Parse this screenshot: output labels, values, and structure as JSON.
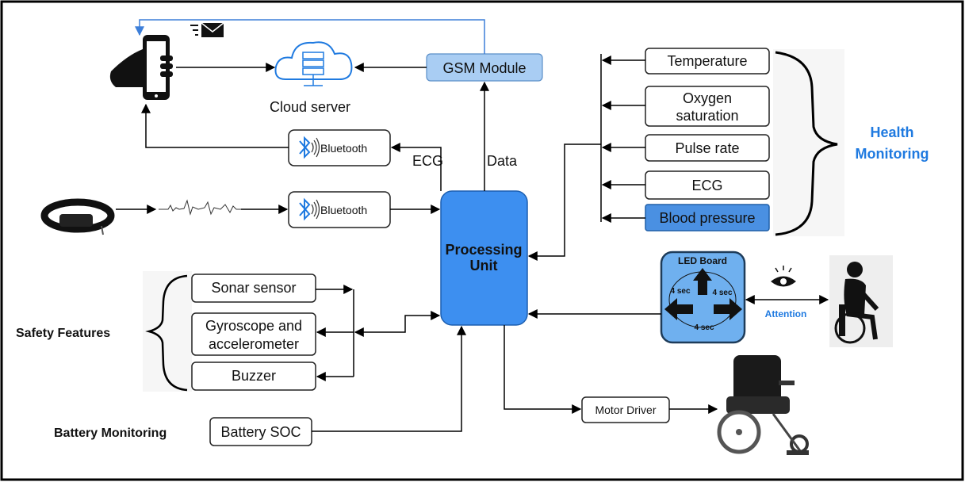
{
  "labels": {
    "cloud_server": "Cloud server",
    "gsm_module": "GSM Module",
    "bluetooth_top": "Bluetooth",
    "bluetooth_bottom": "Bluetooth",
    "ecg_edge": "ECG",
    "data_edge": "Data",
    "processing_unit_line1": "Processing",
    "processing_unit_line2": "Unit",
    "motor_driver": "Motor Driver",
    "battery_monitoring": "Battery Monitoring",
    "battery_soc": "Battery SOC",
    "safety_features": "Safety Features",
    "attention": "Attention"
  },
  "health": {
    "title_line1": "Health",
    "title_line2": "Monitoring",
    "items": {
      "temperature": "Temperature",
      "oxygen_line1": "Oxygen",
      "oxygen_line2": "saturation",
      "pulse_rate": "Pulse rate",
      "ecg": "ECG",
      "blood_pressure": "Blood pressure"
    }
  },
  "safety": {
    "sonar": "Sonar sensor",
    "gyro_line1": "Gyroscope and",
    "gyro_line2": "accelerometer",
    "buzzer": "Buzzer"
  },
  "led_board": {
    "title": "LED Board",
    "time_left": "4 sec",
    "time_right": "4 sec",
    "time_bottom": "4 sec"
  },
  "colors": {
    "processing_unit": "#3d8ff0",
    "gsm_module": "#a9cdf3",
    "blood_pressure": "#4a90e2",
    "led_board": "#6fb0ef",
    "health_title": "#1f7ae0",
    "notification_line": "#3d7fd9"
  }
}
